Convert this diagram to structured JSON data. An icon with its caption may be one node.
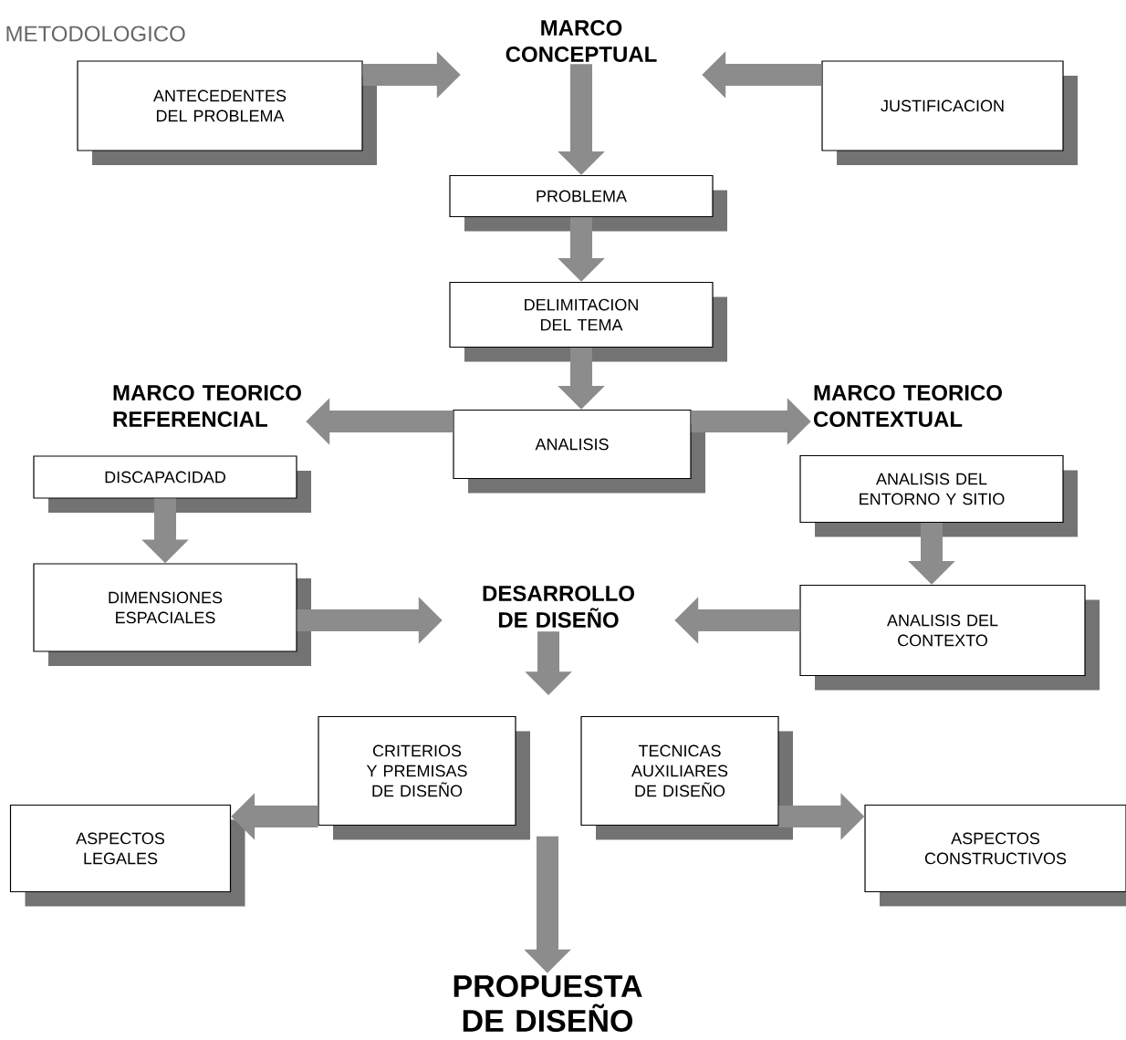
{
  "diagram": {
    "title": "METODOLOGICO",
    "nodes": [
      {
        "text": [
          "MARCO CONCEPTUAL"
        ]
      },
      {
        "text": [
          "ANTECEDENTES DEL PROBLEMA"
        ]
      },
      {
        "text": [
          "JUSTIFICACION"
        ]
      },
      {
        "text": [
          "PROBLEMA"
        ]
      },
      {
        "text": [
          "DELIMITACION DEL TEMA"
        ]
      },
      {
        "text": [
          "ANALISIS"
        ]
      },
      {
        "text": [
          "MARCO TEORICO REFERENCIAL"
        ]
      },
      {
        "text": [
          "MARCO TEORICO CONTEXTUAL"
        ]
      },
      {
        "text": [
          "DISCAPACIDAD"
        ]
      },
      {
        "text": [
          "DIMENSIONES ESPACIALES"
        ]
      },
      {
        "text": [
          "ANALISIS DEL ENTORNO Y SITIO"
        ]
      },
      {
        "text": [
          "ANALISIS DEL CONTEXTO"
        ]
      },
      {
        "text": [
          "DESARROLLO DE DISEÑO"
        ]
      },
      {
        "text": [
          "CRITERIOS Y PREMISAS DE DISEÑO"
        ]
      },
      {
        "text": [
          "TECNICAS AUXILIARES DE DISEÑO"
        ]
      },
      {
        "text": [
          "ASPECTOS LEGALES"
        ]
      },
      {
        "text": [
          "ASPECTOS CONSTRUCTIVOS"
        ]
      },
      {
        "text": [
          "PROPUESTA DE DISEÑO"
        ]
      }
    ],
    "edges": [
      {
        "from": 1,
        "to": 0,
        "arrow": "to"
      },
      {
        "from": 2,
        "to": 0,
        "arrow": "to"
      },
      {
        "from": 0,
        "to": 3,
        "arrow": "to"
      },
      {
        "from": 3,
        "to": 4,
        "arrow": "to"
      },
      {
        "from": 4,
        "to": 5,
        "arrow": "to"
      },
      {
        "from": 5,
        "to": 6,
        "arrow": "to"
      },
      {
        "from": 5,
        "to": 7,
        "arrow": "to"
      },
      {
        "from": 8,
        "to": 9,
        "arrow": "to"
      },
      {
        "from": 10,
        "to": 11,
        "arrow": "to"
      },
      {
        "from": 9,
        "to": 12,
        "arrow": "to"
      },
      {
        "from": 11,
        "to": 12,
        "arrow": "to"
      },
      {
        "from": 12,
        "to": null,
        "arrow": "to"
      },
      {
        "from": 13,
        "to": 15,
        "arrow": "to"
      },
      {
        "from": 14,
        "to": 16,
        "arrow": "to"
      },
      {
        "from": null,
        "to": 17,
        "arrow": "to"
      }
    ]
  }
}
